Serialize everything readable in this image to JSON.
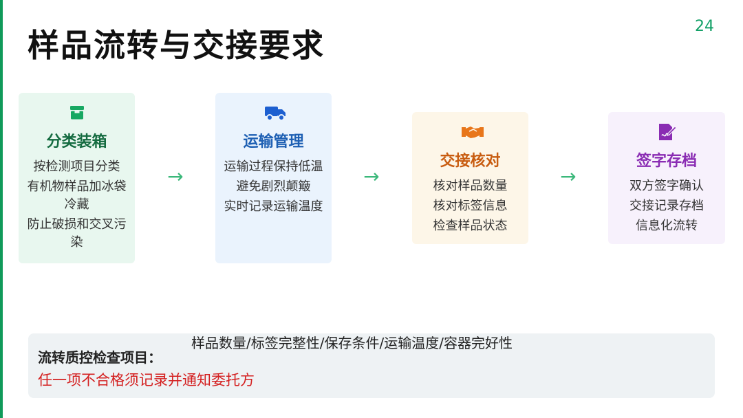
{
  "page": {
    "number": "24",
    "title": "样品流转与交接要求"
  },
  "colors": {
    "accent": "#109a5a",
    "green": "#146b40",
    "blue": "#1d5fb3",
    "orange": "#c85c10",
    "purple": "#8a2cb3",
    "warning": "#d42020"
  },
  "steps": [
    {
      "icon": "box-icon",
      "heading": "分类装箱",
      "lines": [
        "按检测项目分类",
        "有机物样品加冰袋冷藏",
        "防止破损和交叉污染"
      ]
    },
    {
      "icon": "truck-icon",
      "heading": "运输管理",
      "lines": [
        "运输过程保持低温",
        "避免剧烈颠簸",
        "实时记录运输温度"
      ]
    },
    {
      "icon": "handshake-icon",
      "heading": "交接核对",
      "lines": [
        "核对样品数量",
        "核对标签信息",
        "检查样品状态"
      ]
    },
    {
      "icon": "signature-icon",
      "heading": "签字存档",
      "lines": [
        "双方签字确认",
        "交接记录存档",
        "信息化流转"
      ]
    }
  ],
  "flow_arrow": "→",
  "quality_check": {
    "label": "流转质控检查项目：",
    "items": "样品数量/标签完整性/保存条件/运输温度/容器完好性",
    "note": "任一项不合格须记录并通知委托方"
  }
}
